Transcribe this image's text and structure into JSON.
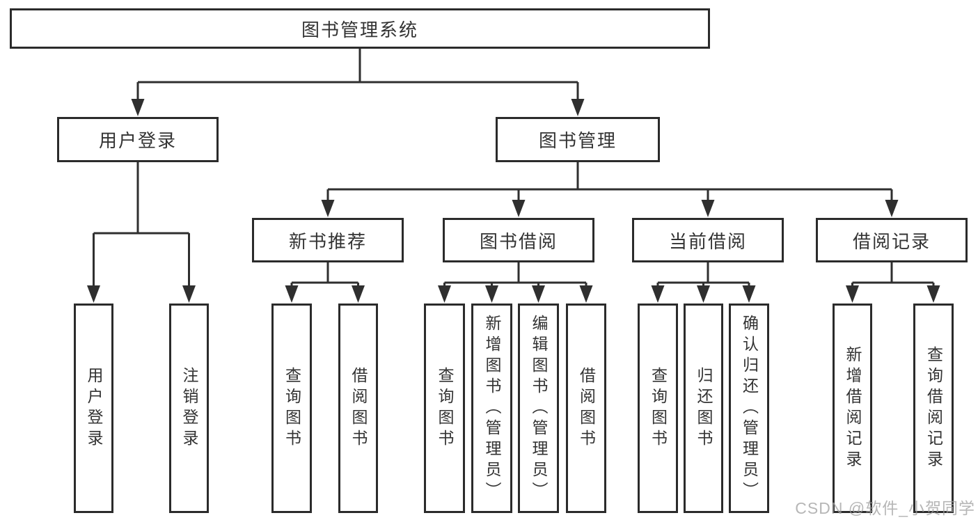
{
  "diagram": {
    "type": "tree",
    "title": "图书管理系统",
    "background_color": "#ffffff",
    "line_color": "#2f2f2f",
    "border_color": "#2b2b2b",
    "text_color": "#333333",
    "watermark": {
      "text": "CSDN @软件_小贺同学",
      "color": "#9e9e9e"
    },
    "nodes": [
      {
        "id": "root",
        "label": "图书管理系统",
        "parent": null,
        "orientation": "horizontal"
      },
      {
        "id": "user-login",
        "label": "用户登录",
        "parent": "root",
        "orientation": "horizontal"
      },
      {
        "id": "book-mgmt",
        "label": "图书管理",
        "parent": "root",
        "orientation": "horizontal"
      },
      {
        "id": "new-book-rec",
        "label": "新书推荐",
        "parent": "book-mgmt",
        "orientation": "horizontal"
      },
      {
        "id": "book-borrow",
        "label": "图书借阅",
        "parent": "book-mgmt",
        "orientation": "horizontal"
      },
      {
        "id": "current-borrow",
        "label": "当前借阅",
        "parent": "book-mgmt",
        "orientation": "horizontal"
      },
      {
        "id": "borrow-records",
        "label": "借阅记录",
        "parent": "book-mgmt",
        "orientation": "horizontal"
      },
      {
        "id": "login-leaf",
        "label": "用户登录",
        "parent": "user-login",
        "orientation": "vertical"
      },
      {
        "id": "logout-leaf",
        "label": "注销登录",
        "parent": "user-login",
        "orientation": "vertical"
      },
      {
        "id": "nbr-query",
        "label": "查询图书",
        "parent": "new-book-rec",
        "orientation": "vertical"
      },
      {
        "id": "nbr-borrow",
        "label": "借阅图书",
        "parent": "new-book-rec",
        "orientation": "vertical"
      },
      {
        "id": "bb-query",
        "label": "查询图书",
        "parent": "book-borrow",
        "orientation": "vertical"
      },
      {
        "id": "bb-add",
        "label": "新增图书（管理员）",
        "parent": "book-borrow",
        "orientation": "vertical"
      },
      {
        "id": "bb-edit",
        "label": "编辑图书（管理员）",
        "parent": "book-borrow",
        "orientation": "vertical"
      },
      {
        "id": "bb-borrow",
        "label": "借阅图书",
        "parent": "book-borrow",
        "orientation": "vertical"
      },
      {
        "id": "cb-query",
        "label": "查询图书",
        "parent": "current-borrow",
        "orientation": "vertical"
      },
      {
        "id": "cb-return",
        "label": "归还图书",
        "parent": "current-borrow",
        "orientation": "vertical"
      },
      {
        "id": "cb-confirm",
        "label": "确认归还（管理员）",
        "parent": "current-borrow",
        "orientation": "vertical"
      },
      {
        "id": "br-add",
        "label": "新增借阅记录",
        "parent": "borrow-records",
        "orientation": "vertical"
      },
      {
        "id": "br-query",
        "label": "查询借阅记录",
        "parent": "borrow-records",
        "orientation": "vertical"
      }
    ]
  }
}
